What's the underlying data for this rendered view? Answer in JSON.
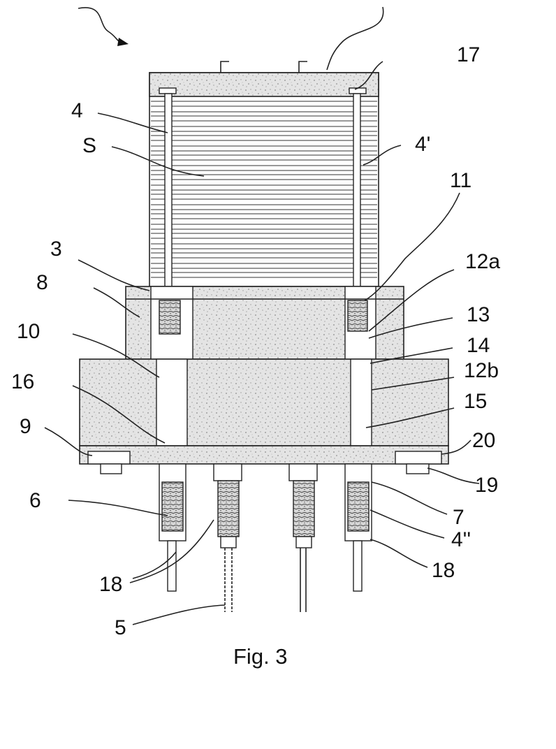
{
  "figure": {
    "caption": "Fig. 3",
    "labels": {
      "l17": "17",
      "l4": "4",
      "lS": "S",
      "l4p": "4'",
      "l11": "11",
      "l3": "3",
      "l12a": "12a",
      "l8": "8",
      "l13": "13",
      "l10": "10",
      "l14": "14",
      "l12b": "12b",
      "l16": "16",
      "l15": "15",
      "l9": "9",
      "l20": "20",
      "l19": "19",
      "l6": "6",
      "l7": "7",
      "l4pp": "4''",
      "l18a": "18",
      "l18b": "18",
      "l5": "5"
    }
  }
}
